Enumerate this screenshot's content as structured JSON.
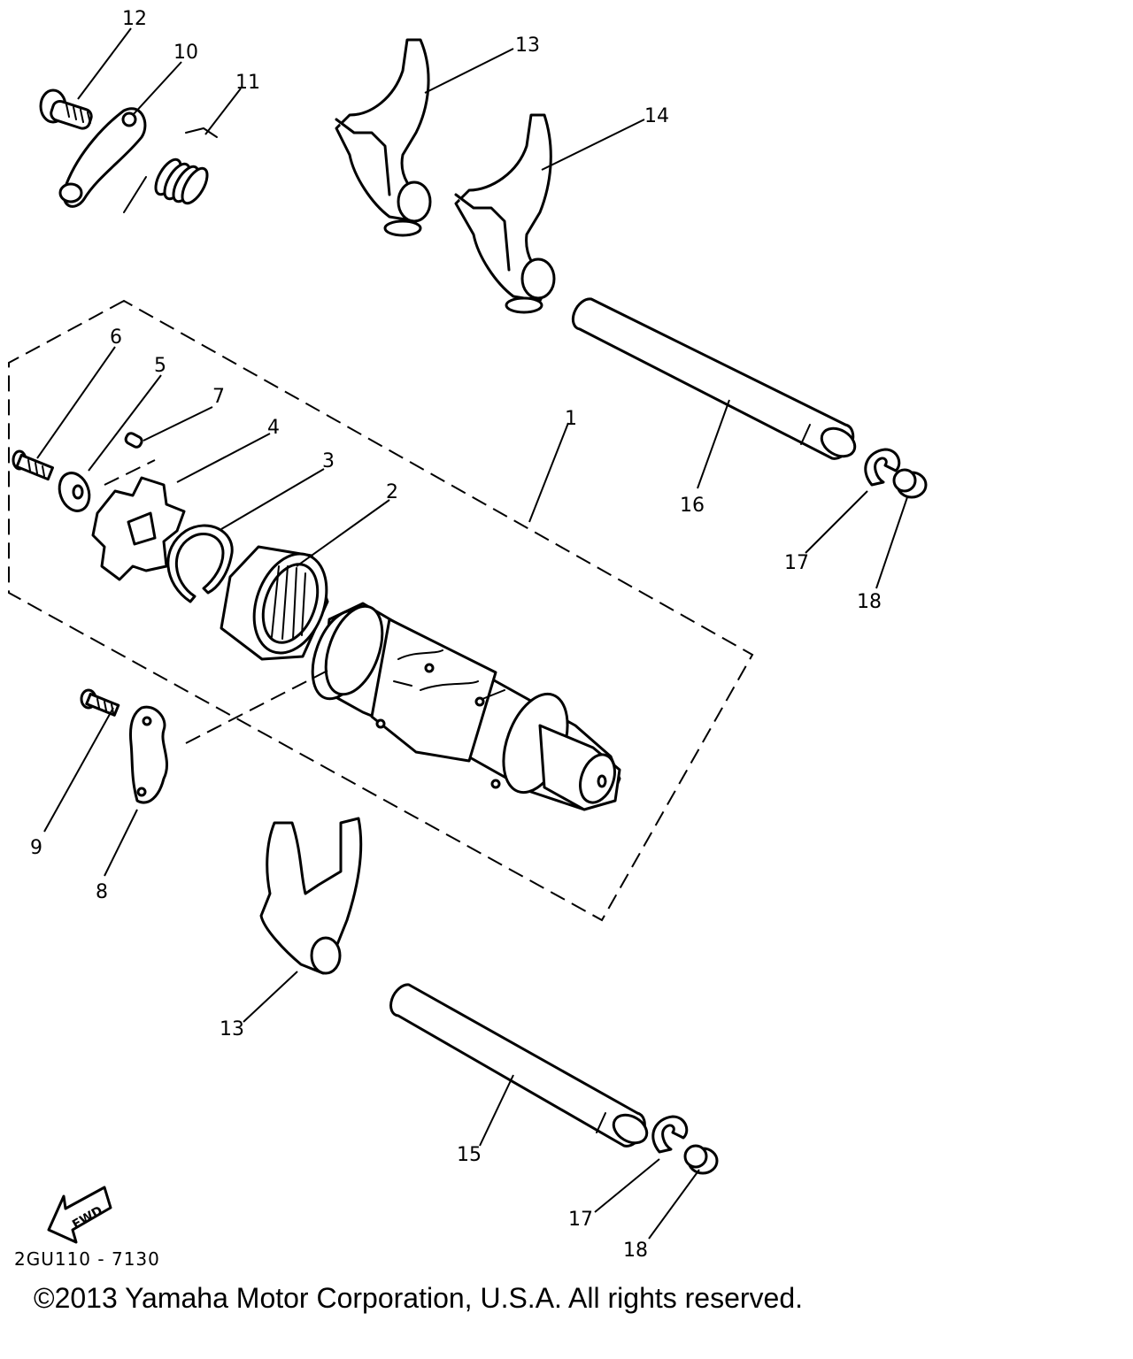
{
  "callouts": {
    "c1": "1",
    "c2": "2",
    "c3": "3",
    "c4": "4",
    "c5": "5",
    "c6": "6",
    "c7": "7",
    "c8": "8",
    "c9": "9",
    "c10": "10",
    "c11": "11",
    "c12": "12",
    "c13a": "13",
    "c13b": "13",
    "c14": "14",
    "c15": "15",
    "c16": "16",
    "c17a": "17",
    "c17b": "17",
    "c18a": "18",
    "c18b": "18"
  },
  "fwd_label": "FWD",
  "diagram_code": "2GU110 - 7130",
  "copyright": "©2013 Yamaha Motor Corporation, U.S.A. All rights reserved."
}
